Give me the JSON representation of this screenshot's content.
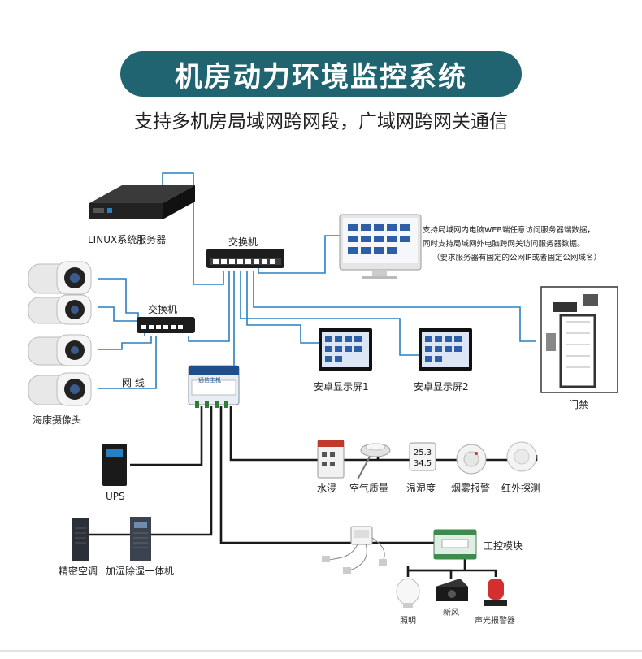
{
  "header": {
    "title": "机房动力环境监控系统",
    "subtitle": "支持多机房局域网跨网段，广域网跨网关通信"
  },
  "devices": {
    "linux_server": "LINUX系统服务器",
    "switch_main": "交换机",
    "switch_sub": "交换机",
    "camera": "海康摄像头",
    "cable": "网 线",
    "android_screen_1": "安卓显示屏1",
    "android_screen_2": "安卓显示屏2",
    "door": "门禁",
    "ups": "UPS",
    "precision_ac": "精密空调",
    "humidifier": "加湿除湿一体机",
    "water_leak": "水浸",
    "air_quality": "空气质量",
    "temp_humidity": "温湿度",
    "smoke_alarm": "烟雾报警",
    "infrared": "红外探测",
    "io_module": "工控模块",
    "lighting": "照明",
    "fresh_air": "新风",
    "sound_light_alarm": "声光报警器",
    "host_brand": "通信主机"
  },
  "notes": {
    "line1": "支持局域网内电脑WEB端任意访问服务器端数据，",
    "line2": "同时支持局域网外电脑跨网关访问服务器数据。",
    "line3": "（要求服务器有固定的公网IP或者固定公网域名）"
  },
  "sensor_readings": {
    "temperature": "25.3",
    "humidity": "34.5"
  },
  "colors": {
    "title_bg": "#1f6470",
    "network_line": "#2a7fc1",
    "power_line": "#1a1a1a"
  }
}
